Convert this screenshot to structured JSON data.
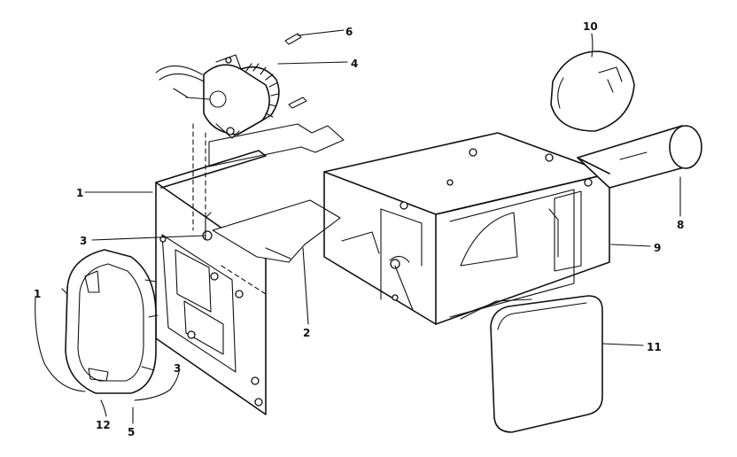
{
  "callouts": {
    "c1": "1",
    "c2": "2",
    "c3": "3",
    "c4": "4",
    "c5": "5",
    "c6": "6",
    "c8": "8",
    "c9": "9",
    "c10": "10",
    "c11": "11",
    "c12": "12",
    "c1b": "1",
    "c3b": "3"
  }
}
